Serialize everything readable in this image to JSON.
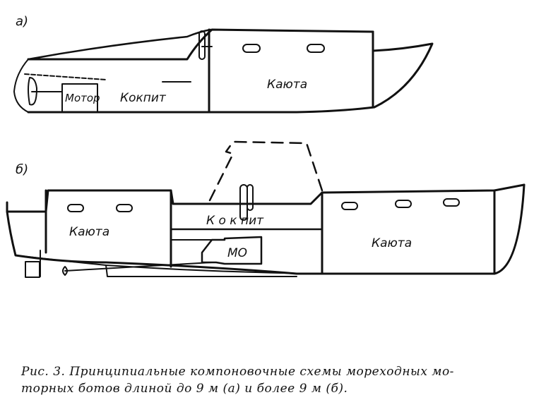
{
  "diagram": {
    "a": {
      "marker": "а)",
      "motor": "Мотор",
      "cockpit": "Кокпит",
      "cabin": "Каюта"
    },
    "b": {
      "marker": "б)",
      "cabin_aft": "Каюта",
      "cockpit": "К о к   пит",
      "engine_room": "МО",
      "cabin_fwd": "Каюта"
    }
  },
  "caption": {
    "line1": "Рис. 3. Принципиальные компоновочные схемы мореходных мо-",
    "line2": "торных ботов длиной до 9 м (а) и более 9 м (б)."
  }
}
